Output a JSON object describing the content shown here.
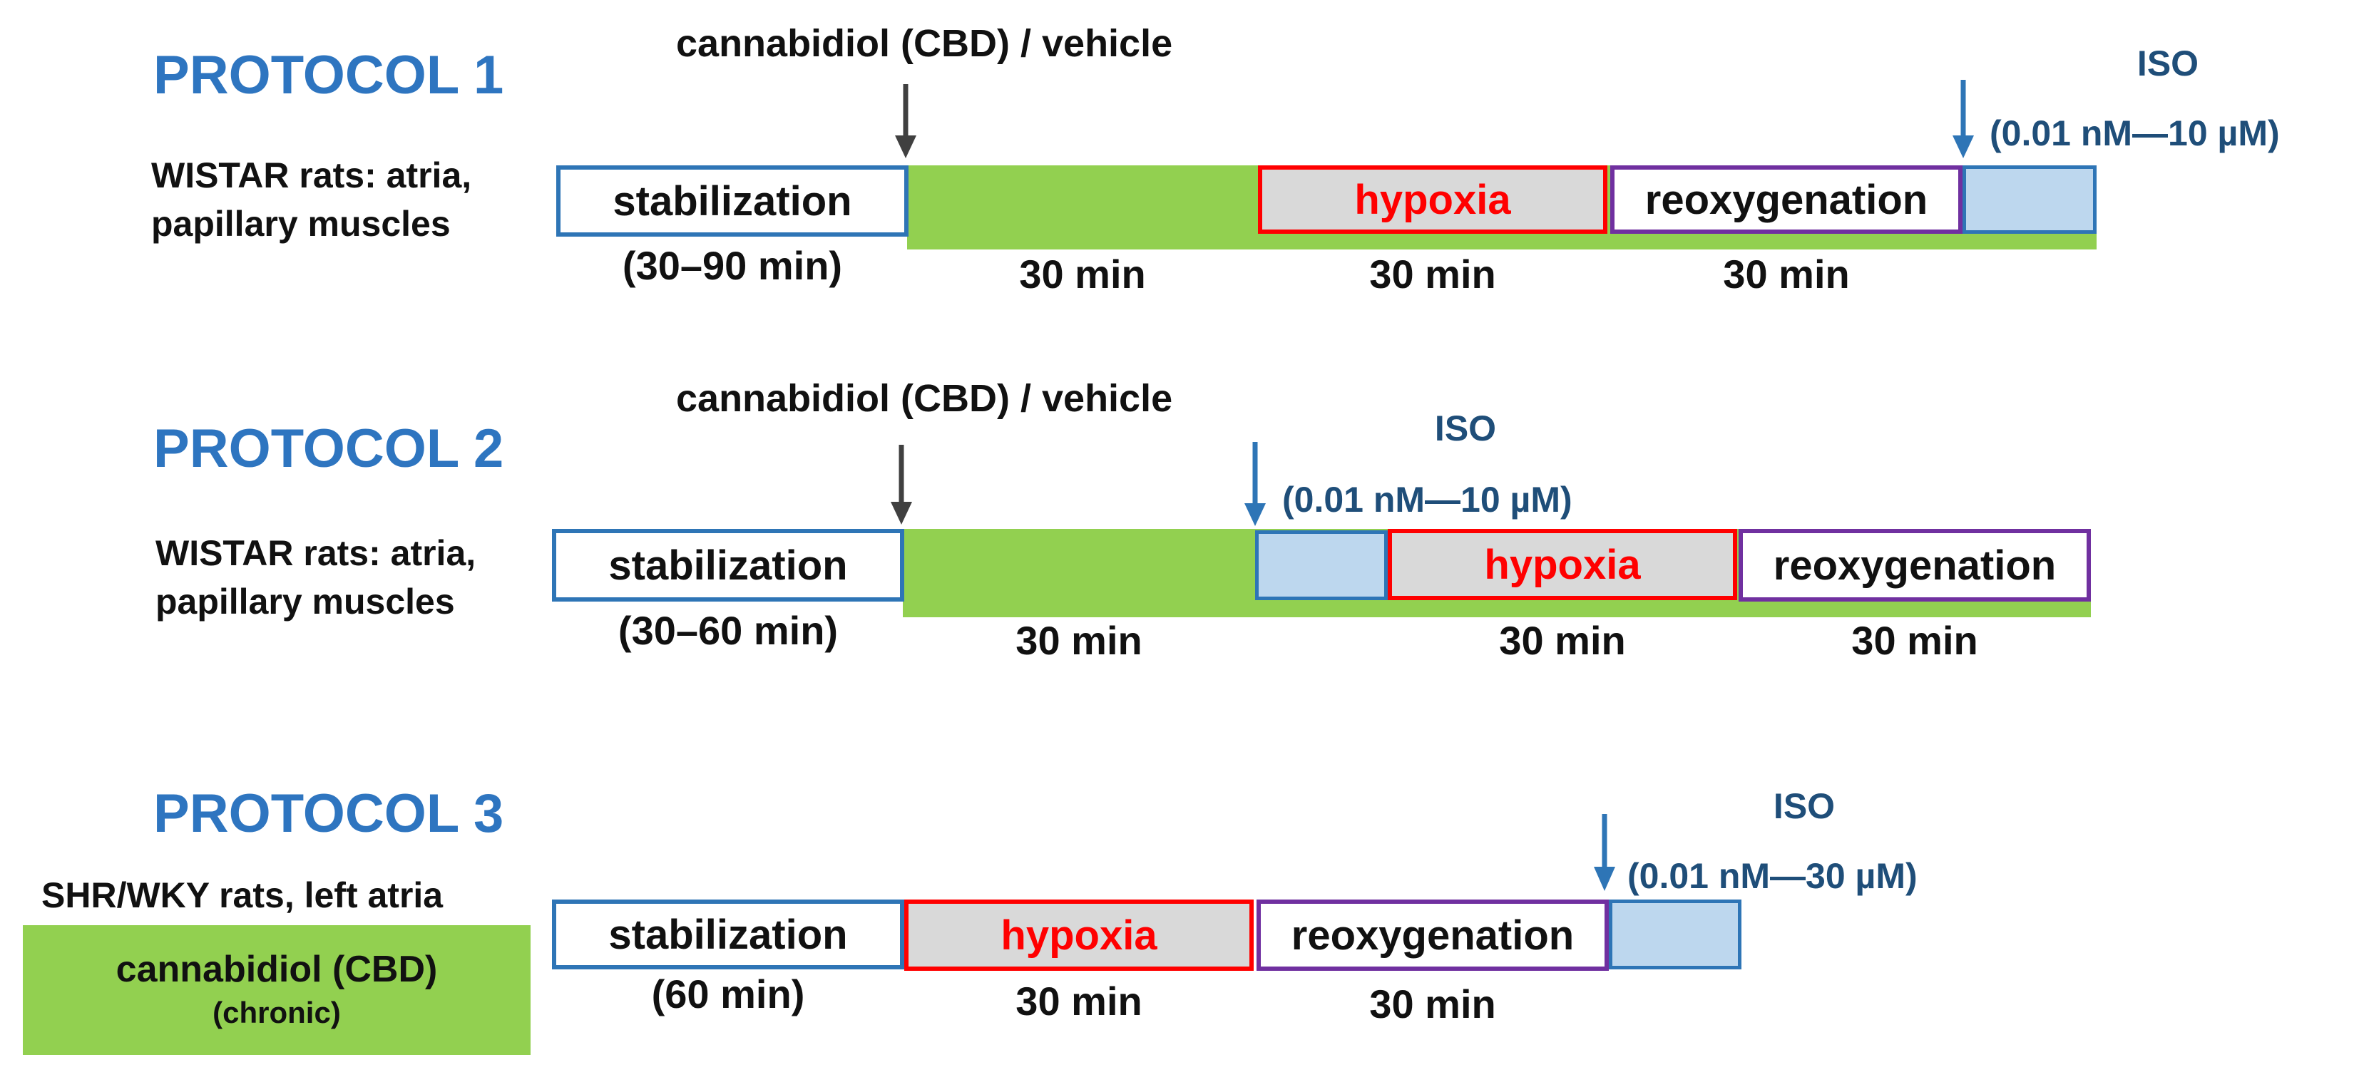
{
  "protocol1": {
    "title": "PROTOCOL 1",
    "subject": [
      "WISTAR rats: atria,",
      "papillary muscles"
    ],
    "treatment": "cannabidiol (CBD) / vehicle",
    "stabilization": "stabilization",
    "stabilization_duration": "(30–90 min)",
    "hypoxia": "hypoxia",
    "reoxygenation": "reoxygenation",
    "durations": [
      "30 min",
      "30 min",
      "30 min"
    ],
    "iso_label": "ISO",
    "iso_range": "(0.01 nM—10 µM)"
  },
  "protocol2": {
    "title": "PROTOCOL 2",
    "subject": [
      "WISTAR rats: atria,",
      "papillary muscles"
    ],
    "treatment": "cannabidiol (CBD) / vehicle",
    "stabilization": "stabilization",
    "stabilization_duration": "(30–60 min)",
    "hypoxia": "hypoxia",
    "reoxygenation": "reoxygenation",
    "durations": [
      "30 min",
      "30 min",
      "30 min"
    ],
    "iso_label": "ISO",
    "iso_range": "(0.01 nM—10 µM)"
  },
  "protocol3": {
    "title": "PROTOCOL 3",
    "subject": "SHR/WKY rats, left atria",
    "chronic_label": "cannabidiol (CBD)",
    "chronic_note": "(chronic)",
    "stabilization": "stabilization",
    "stabilization_duration": "(60 min)",
    "hypoxia": "hypoxia",
    "reoxygenation": "reoxygenation",
    "durations": [
      "30 min",
      "30 min"
    ],
    "iso_label": "ISO",
    "iso_range": "(0.01 nM—30 µM)"
  },
  "colors": {
    "title": "#2e75c0",
    "stabilization_border": "#2e75b6",
    "cbd_green": "#92d050",
    "hypoxia_border": "#ff0000",
    "hypoxia_fill": "#d9d9d9",
    "reoxygenation_border": "#7030a0",
    "iso_fill": "#bdd7ee",
    "iso_text": "#1f4e79",
    "arrow_cbd": "#404040",
    "arrow_iso": "#2e75b6"
  },
  "icons": [
    "arrow-down-icon"
  ]
}
